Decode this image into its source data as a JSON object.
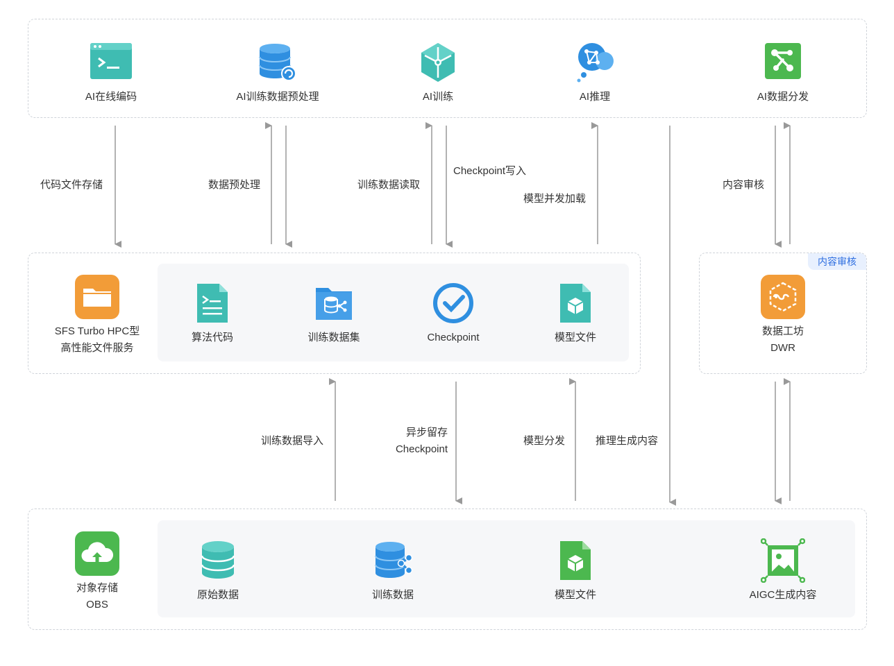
{
  "top": {
    "items": [
      {
        "label": "AI在线编码",
        "icon": "terminal-icon",
        "color": "#3fbcb2"
      },
      {
        "label": "AI训练数据预处理",
        "icon": "database-refresh-icon",
        "color": "#2f8fe0"
      },
      {
        "label": "AI训练",
        "icon": "hexagon-network-icon",
        "color": "#3fbcb2"
      },
      {
        "label": "AI推理",
        "icon": "cloud-brain-icon",
        "color": "#2f8fe0"
      },
      {
        "label": "AI数据分发",
        "icon": "share-node-icon",
        "color": "#4cb84f"
      }
    ]
  },
  "middle": {
    "sfs": {
      "line1": "SFS Turbo HPC型",
      "line2": "高性能文件服务",
      "icon": "folder-icon",
      "color": "#f29c38"
    },
    "items": [
      {
        "label": "算法代码",
        "icon": "code-file-icon",
        "color": "#3fbcb2"
      },
      {
        "label": "训练数据集",
        "icon": "dataset-folder-icon",
        "color": "#2f8fe0"
      },
      {
        "label": "Checkpoint",
        "icon": "check-circle-icon",
        "color": "#2f8fe0"
      },
      {
        "label": "模型文件",
        "icon": "model-file-icon",
        "color": "#3fbcb2"
      }
    ]
  },
  "dwr": {
    "badge": "内容审核",
    "line1": "数据工坊",
    "line2": "DWR",
    "icon": "workflow-hexagon-icon",
    "color": "#f29c38"
  },
  "bottom": {
    "obs": {
      "line1": "对象存储",
      "line2": "OBS",
      "icon": "cloud-upload-icon",
      "color": "#4cb84f"
    },
    "items": [
      {
        "label": "原始数据",
        "icon": "database-icon",
        "color": "#3fbcb2"
      },
      {
        "label": "训练数据",
        "icon": "database-share-icon",
        "color": "#2f8fe0"
      },
      {
        "label": "模型文件",
        "icon": "model-file-icon",
        "color": "#4cb84f"
      },
      {
        "label": "AIGC生成内容",
        "icon": "image-frame-icon",
        "color": "#4cb84f"
      }
    ]
  },
  "flows_upper": {
    "code_store": "代码文件存储",
    "preprocess": "数据预处理",
    "train_read": "训练数据读取",
    "ckpt_write": "Checkpoint写入",
    "model_load": "模型并发加载",
    "review": "内容审核"
  },
  "flows_lower": {
    "train_import": "训练数据导入",
    "async_line1": "异步留存",
    "async_line2": "Checkpoint",
    "model_dist": "模型分发",
    "infer_gen": "推理生成内容"
  },
  "colors": {
    "arrow": "#999999",
    "border": "#cfd3d9",
    "panel": "#f6f7f9"
  }
}
